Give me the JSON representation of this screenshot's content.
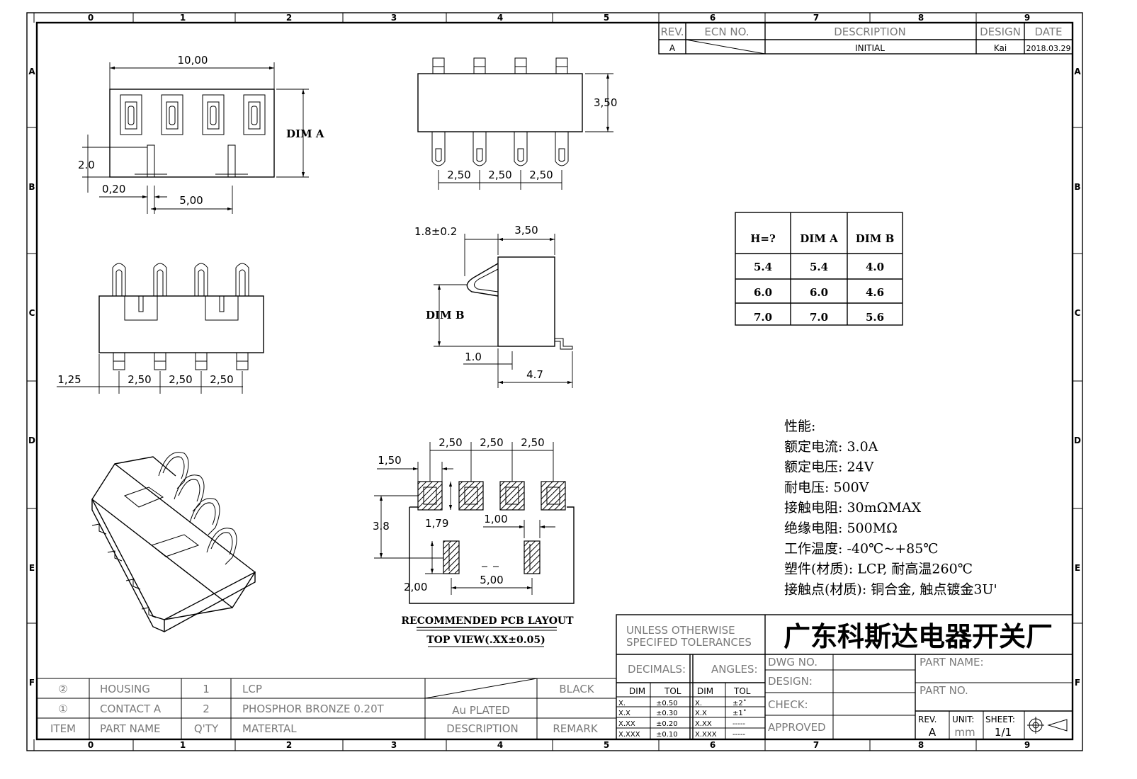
{
  "frame": {
    "columns": [
      "0",
      "1",
      "2",
      "3",
      "4",
      "5",
      "6",
      "7",
      "8",
      "9"
    ],
    "rows": [
      "A",
      "B",
      "C",
      "D",
      "E",
      "F"
    ]
  },
  "revision_table": {
    "headers": {
      "rev": "REV.",
      "ecn": "ECN NO.",
      "description": "DESCRIPTION",
      "design": "DESIGN",
      "date": "DATE"
    },
    "row": {
      "rev": "A",
      "description": "INITIAL",
      "design": "Kai",
      "date": "2018.03.29"
    }
  },
  "views": {
    "top_view": {
      "width": "10,00",
      "dim_a": "DIM A",
      "h": "2.0",
      "pin_width": "0,20",
      "pitch": "5,00"
    },
    "front_view": {
      "height": "3,50",
      "pitch1": "2,50",
      "pitch2": "2,50",
      "pitch3": "2,50"
    },
    "side_view": {
      "tol": "1.8±0.2",
      "width": "3,50",
      "dim_b": "DIM B",
      "foot": "1.0",
      "depth": "4.7"
    },
    "bottom_view": {
      "edge": "1,25",
      "pitch1": "2,50",
      "pitch2": "2,50",
      "pitch3": "2,50"
    },
    "pcb_layout": {
      "pitch1": "2,50",
      "pitch2": "2,50",
      "pitch3": "2,50",
      "pad_w": "1,50",
      "height": "3.8",
      "pad_h": "1,79",
      "pad2_w": "1,00",
      "offset": "2,00",
      "pitch": "5,00",
      "title1": "RECOMMENDED PCB LAYOUT",
      "title2": "TOP VIEW(.XX±0.05)"
    }
  },
  "dim_table": {
    "headers": [
      "H=?",
      "DIM A",
      "DIM B"
    ],
    "rows": [
      [
        "5.4",
        "5.4",
        "4.0"
      ],
      [
        "6.0",
        "6.0",
        "4.6"
      ],
      [
        "7.0",
        "7.0",
        "5.6"
      ]
    ]
  },
  "specs": [
    "性能:",
    "额定电流: 3.0A",
    "额定电压: 24V",
    "耐电压: 500V",
    "接触电阻: 30mΩMAX",
    "绝缘电阻: 500MΩ",
    "工作温度: -40℃~+85℃",
    "塑件(材质): LCP, 耐高温260℃",
    "接触点(材质): 铜合金, 触点镀金3U'"
  ],
  "bom": {
    "rows": [
      {
        "item": "②",
        "part": "HOUSING",
        "qty": "1",
        "material": "LCP",
        "description": "",
        "remark": "BLACK"
      },
      {
        "item": "①",
        "part": "CONTACT A",
        "qty": "2",
        "material": "PHOSPHOR BRONZE 0.20T",
        "description": "Au PLATED",
        "remark": ""
      }
    ],
    "header": {
      "item": "ITEM",
      "part": "PART NAME",
      "qty": "Q'TY",
      "material": "MATERTAL",
      "description": "DESCRIPTION",
      "remark": "REMARK"
    }
  },
  "title_block": {
    "tol_line1": "UNLESS OTHERWISE",
    "tol_line2": "SPECIFED TOLERANCES",
    "company": "广东科斯达电器开关厂",
    "decimals": "DECIMALS:",
    "angles": "ANGLES:",
    "dim": "DIM",
    "tol": "TOL",
    "dec_rows": [
      [
        "X.",
        "±0.50"
      ],
      [
        "X.X",
        "±0.30"
      ],
      [
        "X.XX",
        "±0.20"
      ],
      [
        "X.XXX",
        "±0.10"
      ]
    ],
    "ang_rows": [
      [
        "X.",
        "±2˚"
      ],
      [
        "X.X",
        "±1˚"
      ],
      [
        "X.XX",
        "-----"
      ],
      [
        "X.XXX",
        "-----"
      ]
    ],
    "dwg_no": "DWG NO.",
    "design": "DESIGN:",
    "check": "CHECK:",
    "approved": "APPROVED",
    "part_name": "PART NAME:",
    "part_no": "PART NO.",
    "rev_label": "REV.",
    "rev": "A",
    "unit_label": "UNIT:",
    "unit": "mm",
    "sheet_label": "SHEET:",
    "sheet": "1/1"
  }
}
